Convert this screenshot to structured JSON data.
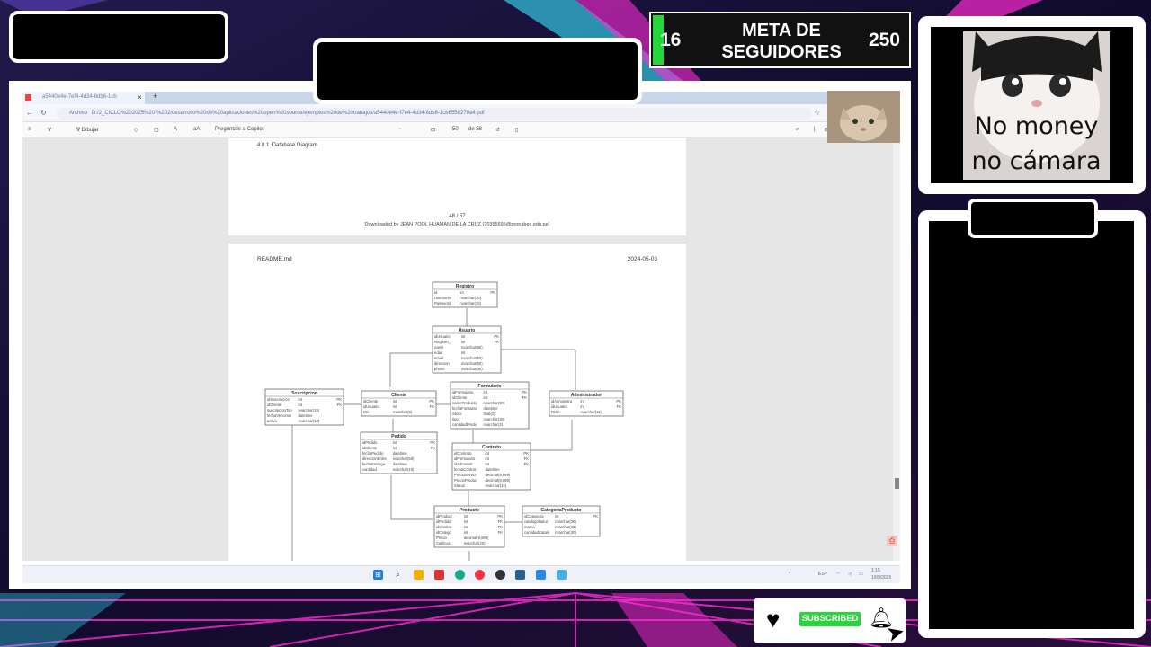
{
  "goal_widget": {
    "current": "16",
    "title": "META DE SEGUIDORES",
    "target": "250"
  },
  "browser": {
    "tab_title": "a5440e4e-7ef4-4d34-8db6-1cb",
    "url_prefix": "Archivo",
    "url": "D:/2_CICLO%202025%20-%202/desarrollo%20de%20aplicaciones%20open%20source/ejemplos%20de%20trabajos/a5440e4e-f7e4-4d34-8db6-1cb6558270a4.pdf",
    "toolbar": {
      "draw_label": "Dibujar",
      "copilot_label": "Pregúntale a Copilot",
      "page_current": "50",
      "page_total": "de 58"
    }
  },
  "document": {
    "section_heading": "4.8.1. Database Diagram",
    "page_number": "48 / 57",
    "downloaded_by": "Downloaded by JEAN POOL HUAMAN DE LA CRUZ (70395695@pronabec.edu.pe)",
    "file_name": "README.md",
    "date": "2024-05-03",
    "entities": [
      {
        "title": "Registro",
        "rows": [
          [
            "id",
            "int",
            "PK"
          ],
          [
            "Username",
            "nvarchar(30)",
            ""
          ],
          [
            "Password",
            "nvarchar(30)",
            ""
          ]
        ]
      },
      {
        "title": "Usuario",
        "rows": [
          [
            "idUsuario",
            "int",
            "PK"
          ],
          [
            "Registro_i",
            "int",
            "FK"
          ],
          [
            "name",
            "nvarchar(50)",
            ""
          ],
          [
            "edad",
            "int",
            ""
          ],
          [
            "email",
            "nvarchar(50)",
            ""
          ],
          [
            "direccion",
            "nvarchar(50)",
            ""
          ],
          [
            "phone",
            "nvarchar(30)",
            ""
          ]
        ]
      },
      {
        "title": "Suscripcion",
        "rows": [
          [
            "idSuscripcion",
            "int",
            "PK"
          ],
          [
            "idCliente",
            "int",
            "FK"
          ],
          [
            "suscripcionTyp",
            "nvarchar(15)",
            ""
          ],
          [
            "fechaVencimie",
            "datetime",
            ""
          ],
          [
            "activo",
            "nvarchar(10)",
            ""
          ]
        ]
      },
      {
        "title": "Cliente",
        "rows": [
          [
            "idCliente",
            "int",
            "PK"
          ],
          [
            "idUsuario",
            "int",
            "FK"
          ],
          [
            "Dni",
            "nvarchar(8)",
            ""
          ]
        ]
      },
      {
        "title": "Formulario",
        "rows": [
          [
            "idFormulario",
            "int",
            "PK"
          ],
          [
            "idCliente",
            "int",
            "FK"
          ],
          [
            "nameProducto",
            "nvarchar(30)",
            ""
          ],
          [
            "fechaFormulari",
            "datetime",
            ""
          ],
          [
            "Stock",
            "float(2)",
            ""
          ],
          [
            "tipo",
            "nvarchar(30)",
            ""
          ],
          [
            "cantidadProdu",
            "nvarchar(3)",
            ""
          ]
        ]
      },
      {
        "title": "Administrador",
        "rows": [
          [
            "idAdministra",
            "int",
            "PK"
          ],
          [
            "idUsuario",
            "int",
            "FK"
          ],
          [
            "RUC",
            "nvarchar(11)",
            ""
          ]
        ]
      },
      {
        "title": "Pedido",
        "rows": [
          [
            "idPedido",
            "int",
            "PK"
          ],
          [
            "idCliente",
            "int",
            "FK"
          ],
          [
            "fechaPedido",
            "datetime",
            ""
          ],
          [
            "direccionEntre",
            "nvarchar(50)",
            ""
          ],
          [
            "fechaEntrega",
            "datetime",
            ""
          ],
          [
            "cantidad",
            "nvarchar(10)",
            ""
          ]
        ]
      },
      {
        "title": "Contrato",
        "rows": [
          [
            "idContrato",
            "int",
            "PK"
          ],
          [
            "idFormulario",
            "int",
            "FK"
          ],
          [
            "idAdministr",
            "int",
            "FK"
          ],
          [
            "fechaContrat",
            "datetime",
            ""
          ],
          [
            "PrecioServici",
            "decimal(9,999)",
            ""
          ],
          [
            "PrecioProduc",
            "decimal(9,999)",
            ""
          ],
          [
            "Status",
            "nvarchar(15)",
            ""
          ]
        ]
      },
      {
        "title": "Producto",
        "rows": [
          [
            "idProduct",
            "int",
            "PK"
          ],
          [
            "idPedido",
            "int",
            "FK"
          ],
          [
            "idContrat",
            "int",
            "FK"
          ],
          [
            "idCatego",
            "int",
            "FK"
          ],
          [
            "Precio",
            "decimal(9,999)",
            ""
          ],
          [
            "Calificaci",
            "nvarchar(20)",
            ""
          ]
        ]
      },
      {
        "title": "CategoriaProducto",
        "rows": [
          [
            "idCategoria",
            "int",
            "PK"
          ],
          [
            "catalogoNatur",
            "nvarchar(30)",
            ""
          ],
          [
            "marca",
            "nvarchar(30)",
            ""
          ],
          [
            "cantidadCatalo",
            "nvarchar(30)",
            ""
          ]
        ]
      }
    ]
  },
  "taskbar": {
    "lang": "ESP",
    "time": "1:15",
    "date": "1/09/2025"
  },
  "meme": {
    "caption": "No money no cámara"
  },
  "subscribe": {
    "label": "SUBSCRIBED"
  },
  "colors": {
    "accent_green": "#27d63a",
    "neon_pink": "#ff2bd6",
    "neon_cyan": "#39e6ff"
  }
}
